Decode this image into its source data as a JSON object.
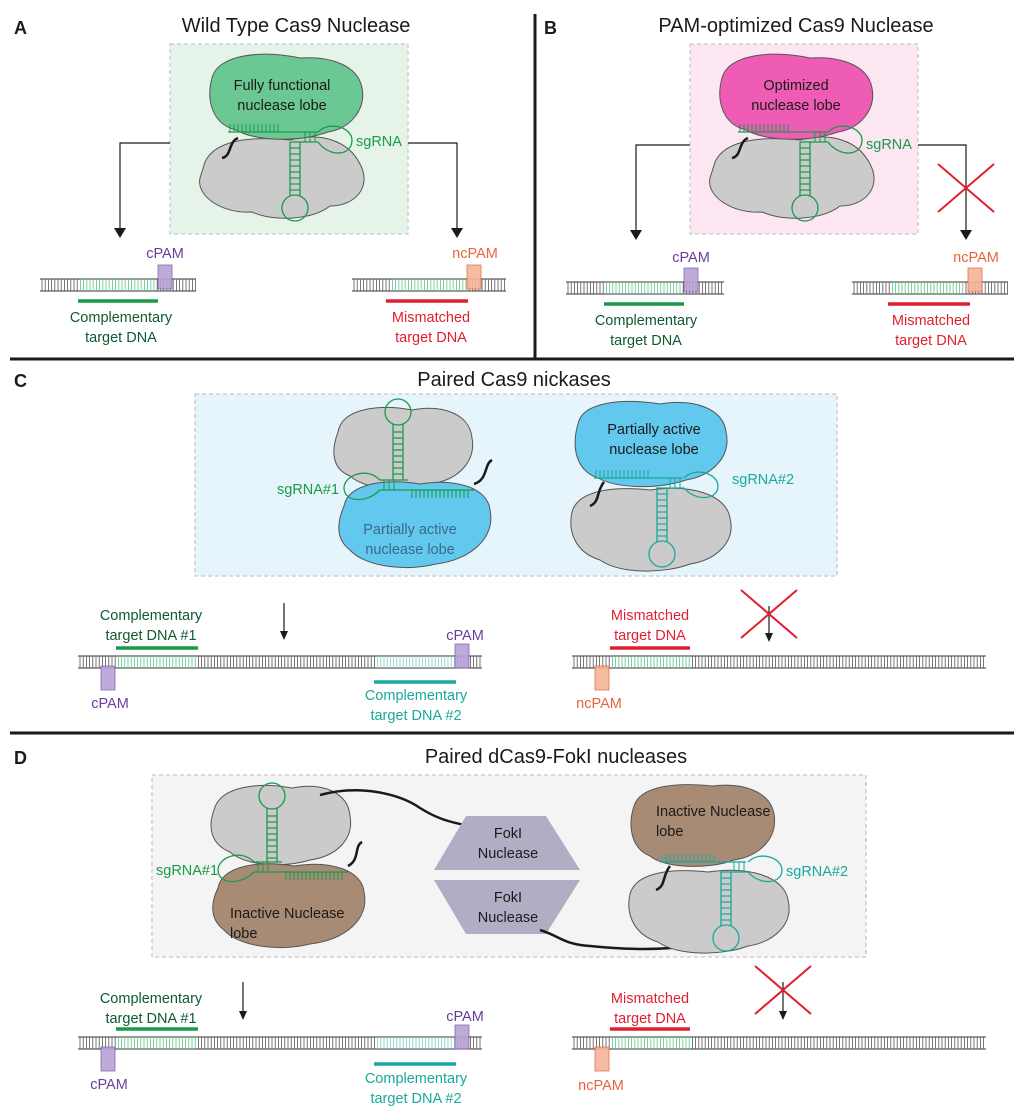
{
  "panels": {
    "A": {
      "letter": "A",
      "title": "Wild Type Cas9 Nuclease",
      "lobe_line1": "Fully functional",
      "lobe_line2": "nuclease lobe",
      "sgrna": "sgRNA",
      "left_pam": "cPAM",
      "right_pam": "ncPAM",
      "left_target_line1": "Complementary",
      "left_target_line2": "target DNA",
      "right_target_line1": "Mismatched",
      "right_target_line2": "target DNA"
    },
    "B": {
      "letter": "B",
      "title": "PAM-optimized Cas9 Nuclease",
      "lobe_line1": "Optimized",
      "lobe_line2": "nuclease lobe",
      "sgrna": "sgRNA",
      "left_pam": "cPAM",
      "right_pam": "ncPAM",
      "left_target_line1": "Complementary",
      "left_target_line2": "target DNA",
      "right_target_line1": "Mismatched",
      "right_target_line2": "target DNA"
    },
    "C": {
      "letter": "C",
      "title": "Paired Cas9 nickases",
      "sgrna1": "sgRNA#1",
      "sgrna2": "sgRNA#2",
      "lobe1_line1": "Partially active",
      "lobe1_line2": "nuclease lobe",
      "lobe2_line1": "Partially active",
      "lobe2_line2": "nuclease lobe",
      "target1_line1": "Complementary",
      "target1_line2": "target DNA #1",
      "target2_line1": "Complementary",
      "target2_line2": "target DNA #2",
      "pam_top": "cPAM",
      "pam_bottom": "cPAM",
      "mm_line1": "Mismatched",
      "mm_line2": "target DNA",
      "ncpam": "ncPAM"
    },
    "D": {
      "letter": "D",
      "title": "Paired dCas9-FokI nucleases",
      "sgrna1": "sgRNA#1",
      "sgrna2": "sgRNA#2",
      "lobe1_line1": "Inactive Nuclease",
      "lobe1_line2": "lobe",
      "lobe2_line1": "Inactive Nuclease",
      "lobe2_line2": "lobe",
      "fok1_line1": "FokI",
      "fok1_line2": "Nuclease",
      "fok2_line1": "FokI",
      "fok2_line2": "Nuclease",
      "target1_line1": "Complementary",
      "target1_line2": "target DNA #1",
      "target2_line1": "Complementary",
      "target2_line2": "target DNA #2",
      "pam_top": "cPAM",
      "pam_bottom": "cPAM",
      "mm_line1": "Mismatched",
      "mm_line2": "target DNA",
      "ncpam": "ncPAM"
    }
  },
  "colors": {
    "green_text": "#1a9a4a",
    "dark_green_text": "#0f5a30",
    "teal_text": "#1aa89a",
    "purple": "#6a3d9a",
    "purple_fill": "#b9a3d6",
    "orange": "#e8643c",
    "orange_fill": "#f5b49a",
    "red": "#e02030",
    "green_lobe": "#6cc893",
    "pink_lobe": "#ee5cb6",
    "blue_lobe": "#62c8ee",
    "brown_lobe": "#a88b74",
    "grey_lobe": "#cbcbcb",
    "fok_fill": "#b2adc5"
  }
}
